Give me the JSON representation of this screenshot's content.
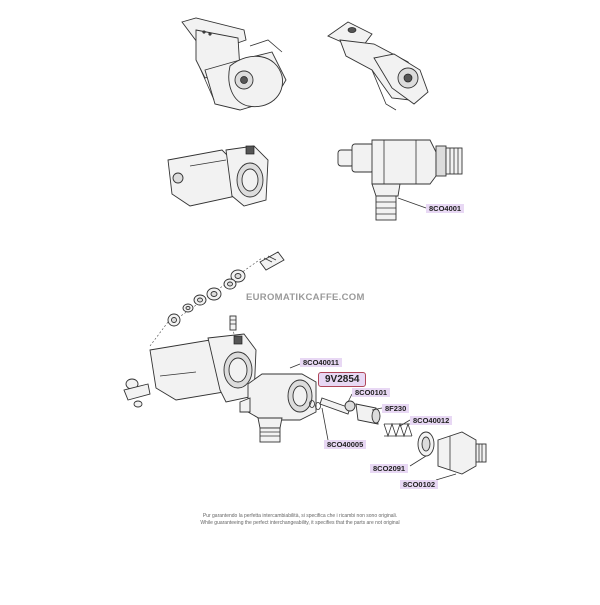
{
  "labels": {
    "l1": "8CO4001",
    "l2": "8CO40011",
    "highlight": "9V2854",
    "l3": "8CO0101",
    "l4": "8F230",
    "l5": "8CO40012",
    "l6": "8CO40005",
    "l7": "8CO2091",
    "l8": "8CO0102"
  },
  "watermark": "EUROMATIKCAFFE.COM",
  "footer": {
    "line1": "Pur garantendo la perfetta intercambiabilità, si specifica che i ricambi non sono originali.",
    "line2": "While guaranteeing the perfect interchangeability, it specifies that the parts are not original"
  },
  "colors": {
    "label_bg": "#e8d8f4",
    "highlight_border": "#b0475a",
    "line": "#333333"
  }
}
